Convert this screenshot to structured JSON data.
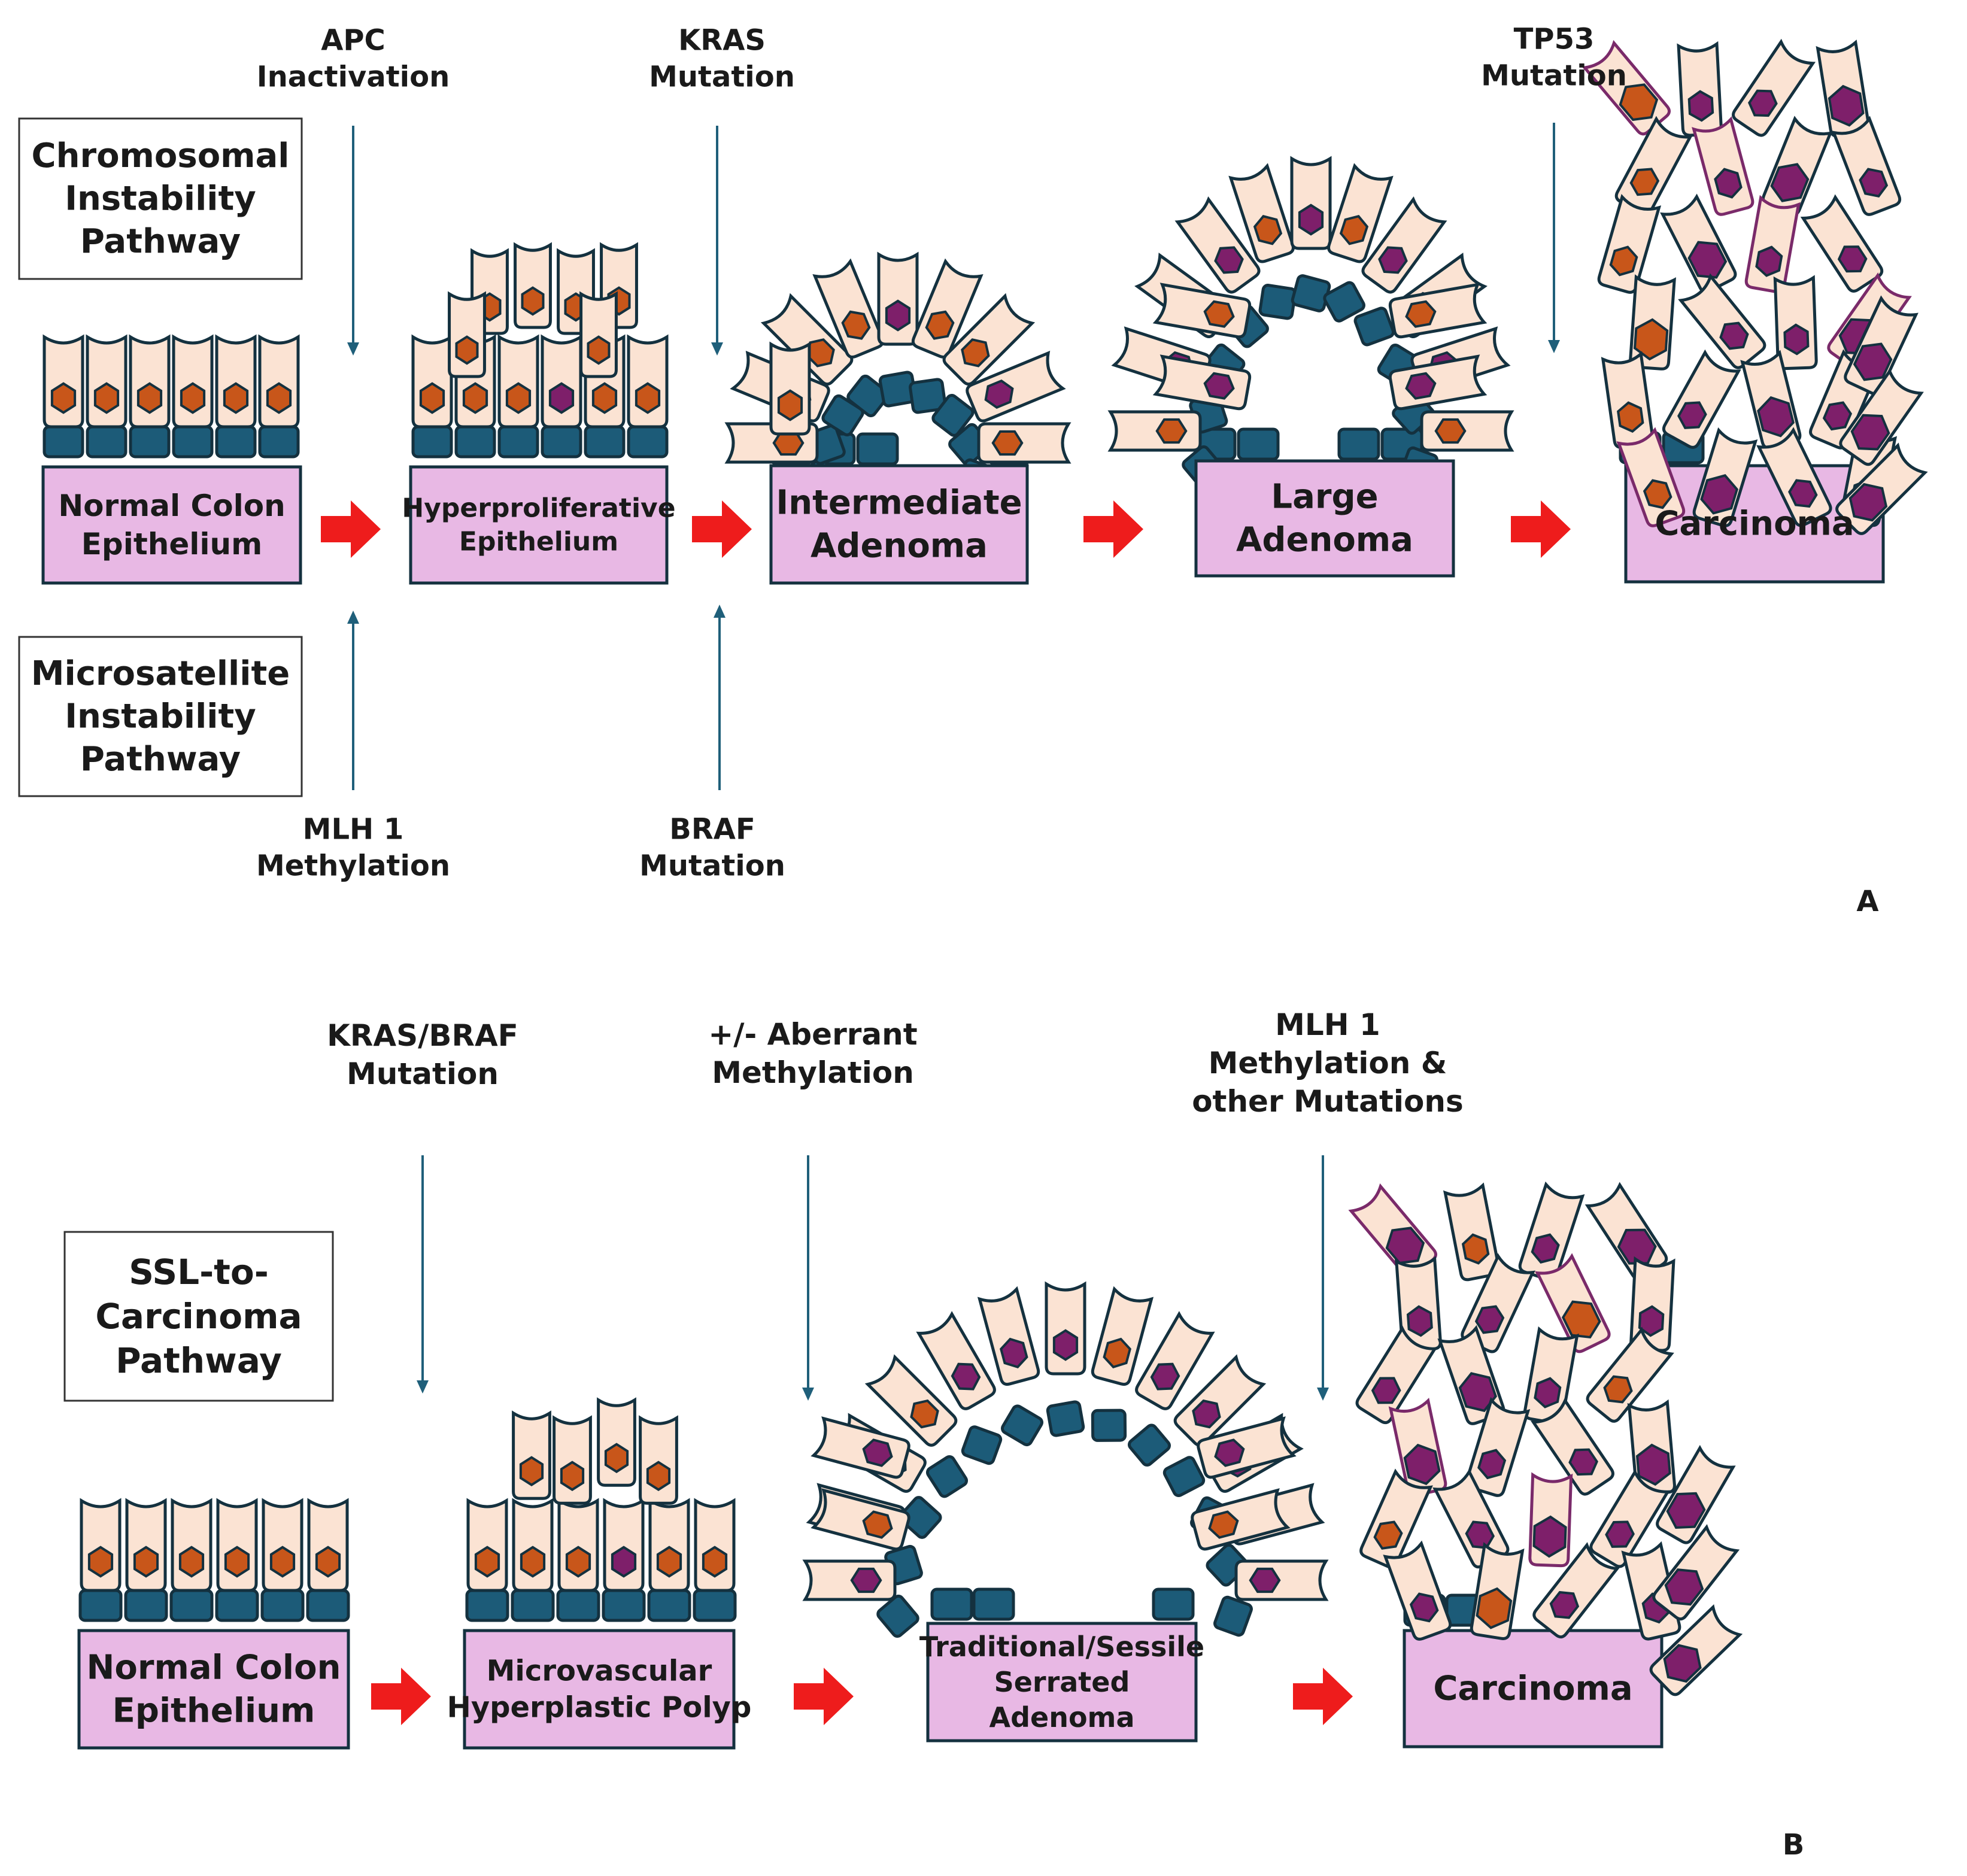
{
  "panel_a": {
    "panel_letter": "A",
    "pathway_top": [
      "Chromosomal",
      "Instability",
      "Pathway"
    ],
    "pathway_bottom": [
      "Microsatellite",
      "Instability",
      "Pathway"
    ],
    "mutations_top": [
      [
        "APC",
        "Inactivation"
      ],
      [
        "KRAS",
        "Mutation"
      ],
      [
        "TP53",
        "Mutation"
      ]
    ],
    "mutations_bottom": [
      [
        "MLH 1",
        "Methylation"
      ],
      [
        "BRAF",
        "Mutation"
      ]
    ],
    "stages": [
      [
        "Normal Colon",
        "Epithelium"
      ],
      [
        "Hyperproliferative",
        "Epithelium"
      ],
      [
        "Intermediate",
        "Adenoma"
      ],
      [
        "Large",
        "Adenoma"
      ],
      [
        "Carcinoma"
      ]
    ]
  },
  "panel_b": {
    "panel_letter": "B",
    "pathway": [
      "SSL-to-",
      "Carcinoma",
      "Pathway"
    ],
    "mutations": [
      [
        "KRAS/BRAF",
        "Mutation"
      ],
      [
        "+/- Aberrant",
        "Methylation"
      ],
      [
        "MLH 1",
        "Methylation &",
        "other Mutations"
      ]
    ],
    "stages": [
      [
        "Normal Colon",
        "Epithelium"
      ],
      [
        "Microvascular",
        "Hyperplastic Polyp"
      ],
      [
        "Traditional/Sessile",
        "Serrated",
        "Adenoma"
      ],
      [
        "Carcinoma"
      ]
    ]
  },
  "colors": {
    "cell_body": "#fbe3d3",
    "nucleus_normal": "#c8561a",
    "nucleus_abnormal": "#7e1f6a",
    "basal_cell": "#1c5b78",
    "stage_box": "#e8b8e4",
    "progression_arrow": "#ee1c1c",
    "mutation_arrow": "#1f5f7a"
  }
}
